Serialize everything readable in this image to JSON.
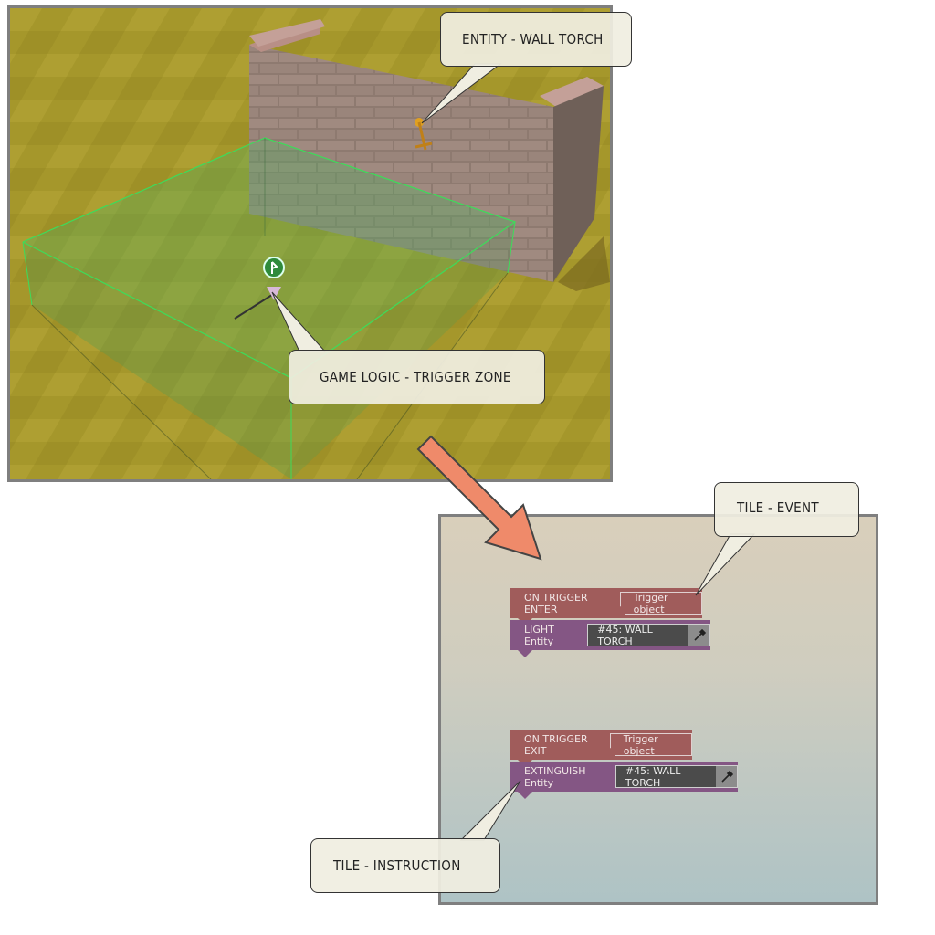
{
  "callouts": {
    "entity": "ENTITY - WALL TORCH",
    "trigger_zone": "GAME LOGIC - TRIGGER ZONE",
    "tile_event": "TILE - EVENT",
    "tile_instruction": "TILE - INSTRUCTION"
  },
  "tiles": [
    {
      "event": "ON TRIGGER ENTER",
      "event_param": "Trigger object",
      "instruction": "LIGHT Entity",
      "entity": "#45: WALL TORCH"
    },
    {
      "event": "ON TRIGGER EXIT",
      "event_param": "Trigger object",
      "instruction": "EXTINGUISH Entity",
      "entity": "#45: WALL TORCH"
    }
  ],
  "colors": {
    "event": "#a05c5b",
    "instruction": "#845684",
    "zone": "#3ddc5a",
    "arrow": "#ef8a6a"
  }
}
